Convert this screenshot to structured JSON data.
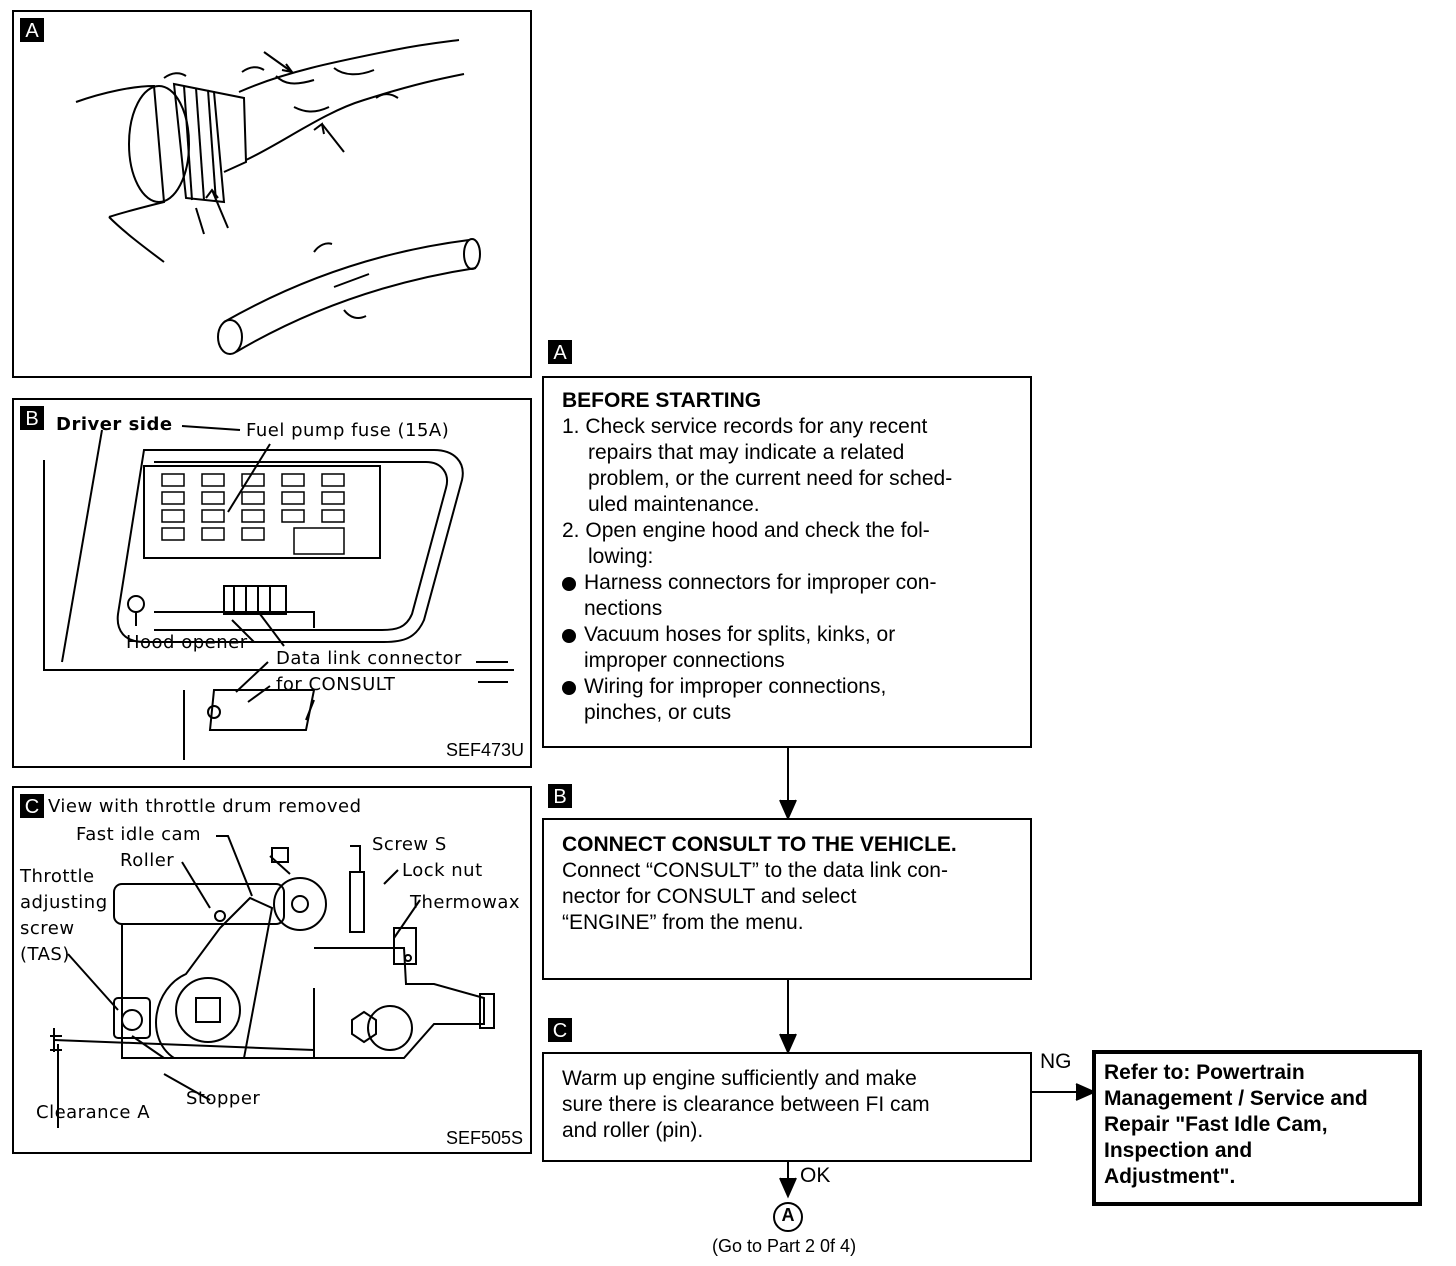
{
  "panel_a": {
    "tag": "A"
  },
  "panel_b": {
    "tag": "B",
    "labels": {
      "driver_side": "Driver side",
      "fuel_fuse": "Fuel pump fuse (15A)",
      "hood_opener": "Hood opener",
      "dlc_1": "Data link connector",
      "dlc_2": "for CONSULT"
    },
    "code": "SEF473U"
  },
  "panel_c": {
    "tag": "C",
    "labels": {
      "title": "View with throttle drum removed",
      "fast_idle_cam": "Fast idle cam",
      "roller": "Roller",
      "screw_s": "Screw S",
      "lock_nut": "Lock nut",
      "thermowax": "Thermowax",
      "tas_1": "Throttle",
      "tas_2": "adjusting",
      "tas_3": "screw",
      "tas_4": "(TAS)",
      "stopper": "Stopper",
      "clearance": "Clearance A"
    },
    "code": "SEF505S"
  },
  "flow": {
    "step_a": {
      "tag": "A",
      "title": "BEFORE STARTING",
      "items": [
        {
          "num": "1.",
          "lines": [
            "Check service records for any recent",
            "repairs that may indicate a related",
            "problem, or the current need for sched-",
            "uled maintenance."
          ]
        },
        {
          "num": "2.",
          "lines": [
            "Open engine hood and check the fol-",
            "lowing:"
          ]
        }
      ],
      "bullets": [
        [
          "Harness connectors for improper con-",
          "nections"
        ],
        [
          "Vacuum hoses for splits, kinks, or",
          "improper connections"
        ],
        [
          "Wiring for improper connections,",
          "pinches, or cuts"
        ]
      ]
    },
    "step_b": {
      "tag": "B",
      "title": "CONNECT CONSULT TO THE VEHICLE.",
      "lines": [
        "Connect “CONSULT” to the data link con-",
        "nector for CONSULT and select",
        "“ENGINE” from the menu."
      ]
    },
    "step_c": {
      "tag": "C",
      "lines": [
        "Warm up engine sufficiently and make",
        "sure there is clearance between FI cam",
        "and roller (pin)."
      ]
    },
    "ng_label": "NG",
    "ok_label": "OK",
    "refer_lines": [
      "Refer to:  Powertrain",
      "Management / Service and",
      "Repair \"Fast Idle Cam,",
      "Inspection and",
      "Adjustment\"."
    ],
    "connector_letter": "A",
    "goto": "(Go to Part 2 0f 4)"
  }
}
